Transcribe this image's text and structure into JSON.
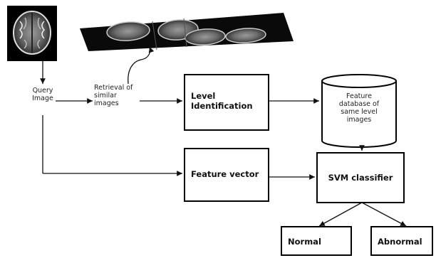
{
  "diagram": {
    "query_image_label": "Query\nImage",
    "retrieval_label": "Retrieval of\nsimilar\nimages",
    "level_identification": "Level\nIdentification",
    "feature_database": "Feature\ndatabase of\nsame level\nimages",
    "feature_vector": "Feature vector",
    "svm_classifier": "SVM classifier",
    "normal": "Normal",
    "abnormal": "Abnormal"
  }
}
